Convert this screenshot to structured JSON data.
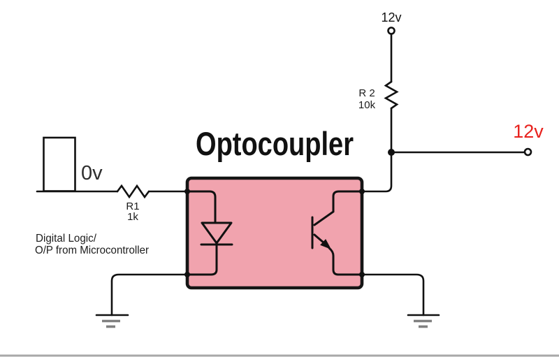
{
  "diagram": {
    "title": "Optocoupler",
    "labels": {
      "supply_top": "12v",
      "output_right": "12v",
      "input_level": "0v",
      "r1_name": "R1",
      "r1_value": "1k",
      "r2_name": "R 2",
      "r2_value": "10k",
      "input_desc_line1": "Digital Logic/",
      "input_desc_line2": "O/P from Microcontroller"
    },
    "components": {
      "input_source": "digital-logic-pulse-source",
      "r1": "series-resistor-1k",
      "r2": "pullup-resistor-10k",
      "optocoupler": "optocoupler-ic-led-and-phototransistor",
      "grounds": [
        "input-side-ground",
        "output-side-ground"
      ],
      "terminals": [
        "12v-supply-terminal",
        "12v-output-terminal"
      ]
    },
    "colors": {
      "box_fill": "#f1a3ae",
      "box_stroke": "#151515",
      "wire": "#111111",
      "accent_red": "#e8211d",
      "ground_gray": "#808080",
      "bottom_border": "#a8a8a8"
    }
  }
}
